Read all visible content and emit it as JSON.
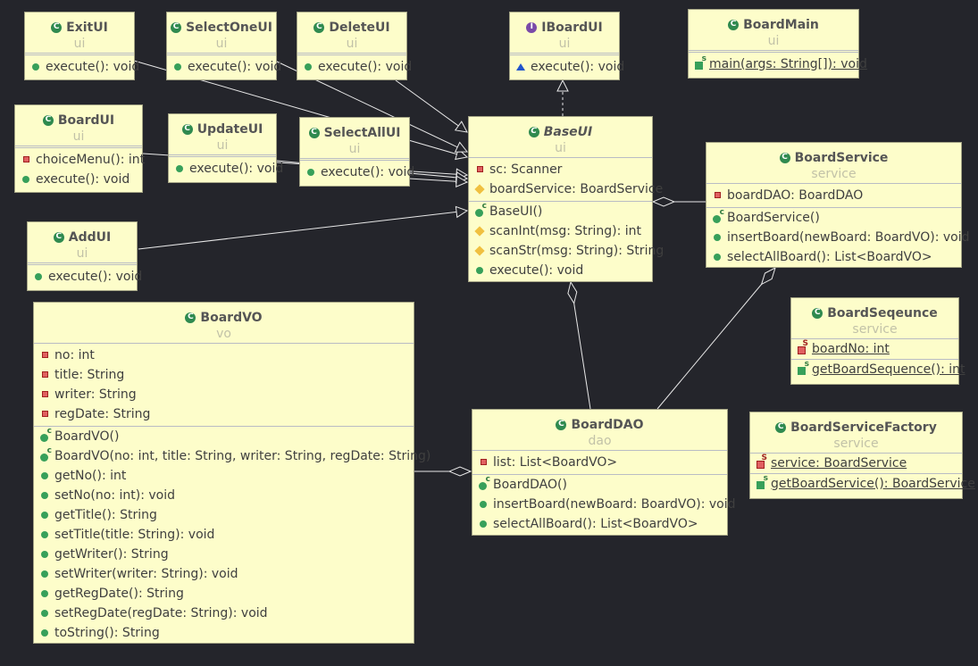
{
  "classes": {
    "exit_ui": {
      "name": "ExitUI",
      "package": "ui",
      "methods": [
        "execute(): void"
      ]
    },
    "select_one_ui": {
      "name": "SelectOneUI",
      "package": "ui",
      "methods": [
        "execute(): void"
      ]
    },
    "delete_ui": {
      "name": "DeleteUI",
      "package": "ui",
      "methods": [
        "execute(): void"
      ]
    },
    "iboard_ui": {
      "name": "IBoardUI",
      "package": "ui",
      "methods": [
        "execute(): void"
      ]
    },
    "board_main": {
      "name": "BoardMain",
      "package": "ui",
      "methods": [
        "main(args: String[]): void"
      ]
    },
    "board_ui": {
      "name": "BoardUI",
      "package": "ui",
      "methods": [
        "choiceMenu(): int",
        "execute(): void"
      ]
    },
    "update_ui": {
      "name": "UpdateUI",
      "package": "ui",
      "methods": [
        "execute(): void"
      ]
    },
    "select_all_ui": {
      "name": "SelectAllUI",
      "package": "ui",
      "methods": [
        "execute(): void"
      ]
    },
    "base_ui": {
      "name": "BaseUI",
      "package": "ui",
      "fields": [
        "sc: Scanner",
        "boardService: BoardService"
      ],
      "methods": [
        "BaseUI()",
        "scanInt(msg: String): int",
        "scanStr(msg: String): String",
        "execute(): void"
      ]
    },
    "board_service": {
      "name": "BoardService",
      "package": "service",
      "fields": [
        "boardDAO: BoardDAO"
      ],
      "methods": [
        "BoardService()",
        "insertBoard(newBoard: BoardVO): void",
        "selectAllBoard(): List<BoardVO>"
      ]
    },
    "add_ui": {
      "name": "AddUI",
      "package": "ui",
      "methods": [
        "execute(): void"
      ]
    },
    "board_vo": {
      "name": "BoardVO",
      "package": "vo",
      "fields": [
        "no: int",
        "title: String",
        "writer: String",
        "regDate: String"
      ],
      "methods": [
        "BoardVO()",
        "BoardVO(no: int, title: String, writer: String, regDate: String)",
        "getNo(): int",
        "setNo(no: int): void",
        "getTitle(): String",
        "setTitle(title: String): void",
        "getWriter(): String",
        "setWriter(writer: String): void",
        "getRegDate(): String",
        "setRegDate(regDate: String): void",
        "toString(): String"
      ]
    },
    "board_sequence": {
      "name": "BoardSeqeunce",
      "package": "service",
      "fields": [
        "boardNo: int"
      ],
      "methods": [
        "getBoardSequence(): int"
      ]
    },
    "board_dao": {
      "name": "BoardDAO",
      "package": "dao",
      "fields": [
        "list: List<BoardVO>"
      ],
      "methods": [
        "BoardDAO()",
        "insertBoard(newBoard: BoardVO): void",
        "selectAllBoard(): List<BoardVO>"
      ]
    },
    "board_service_factory": {
      "name": "BoardServiceFactory",
      "package": "service",
      "fields": [
        "service: BoardService"
      ],
      "methods": [
        "getBoardService(): BoardService"
      ]
    }
  },
  "icons": {
    "class": "class-icon",
    "interface": "interface-icon",
    "abstract_class": "abstract-class-icon",
    "public_method": "public-method-icon",
    "private_field": "private-field-icon",
    "protected_member": "protected-member-icon",
    "constructor": "constructor-icon",
    "static_method": "static-method-icon",
    "static_field": "static-field-icon",
    "abstract_method": "abstract-method-icon"
  },
  "colors": {
    "background": "#24252b",
    "class_fill": "#fdfdca",
    "class_border": "#a3a384",
    "connector": "#e8e8e8",
    "public_icon": "#37a05a",
    "private_icon": "#e06060",
    "protected_icon": "#f0c040"
  }
}
